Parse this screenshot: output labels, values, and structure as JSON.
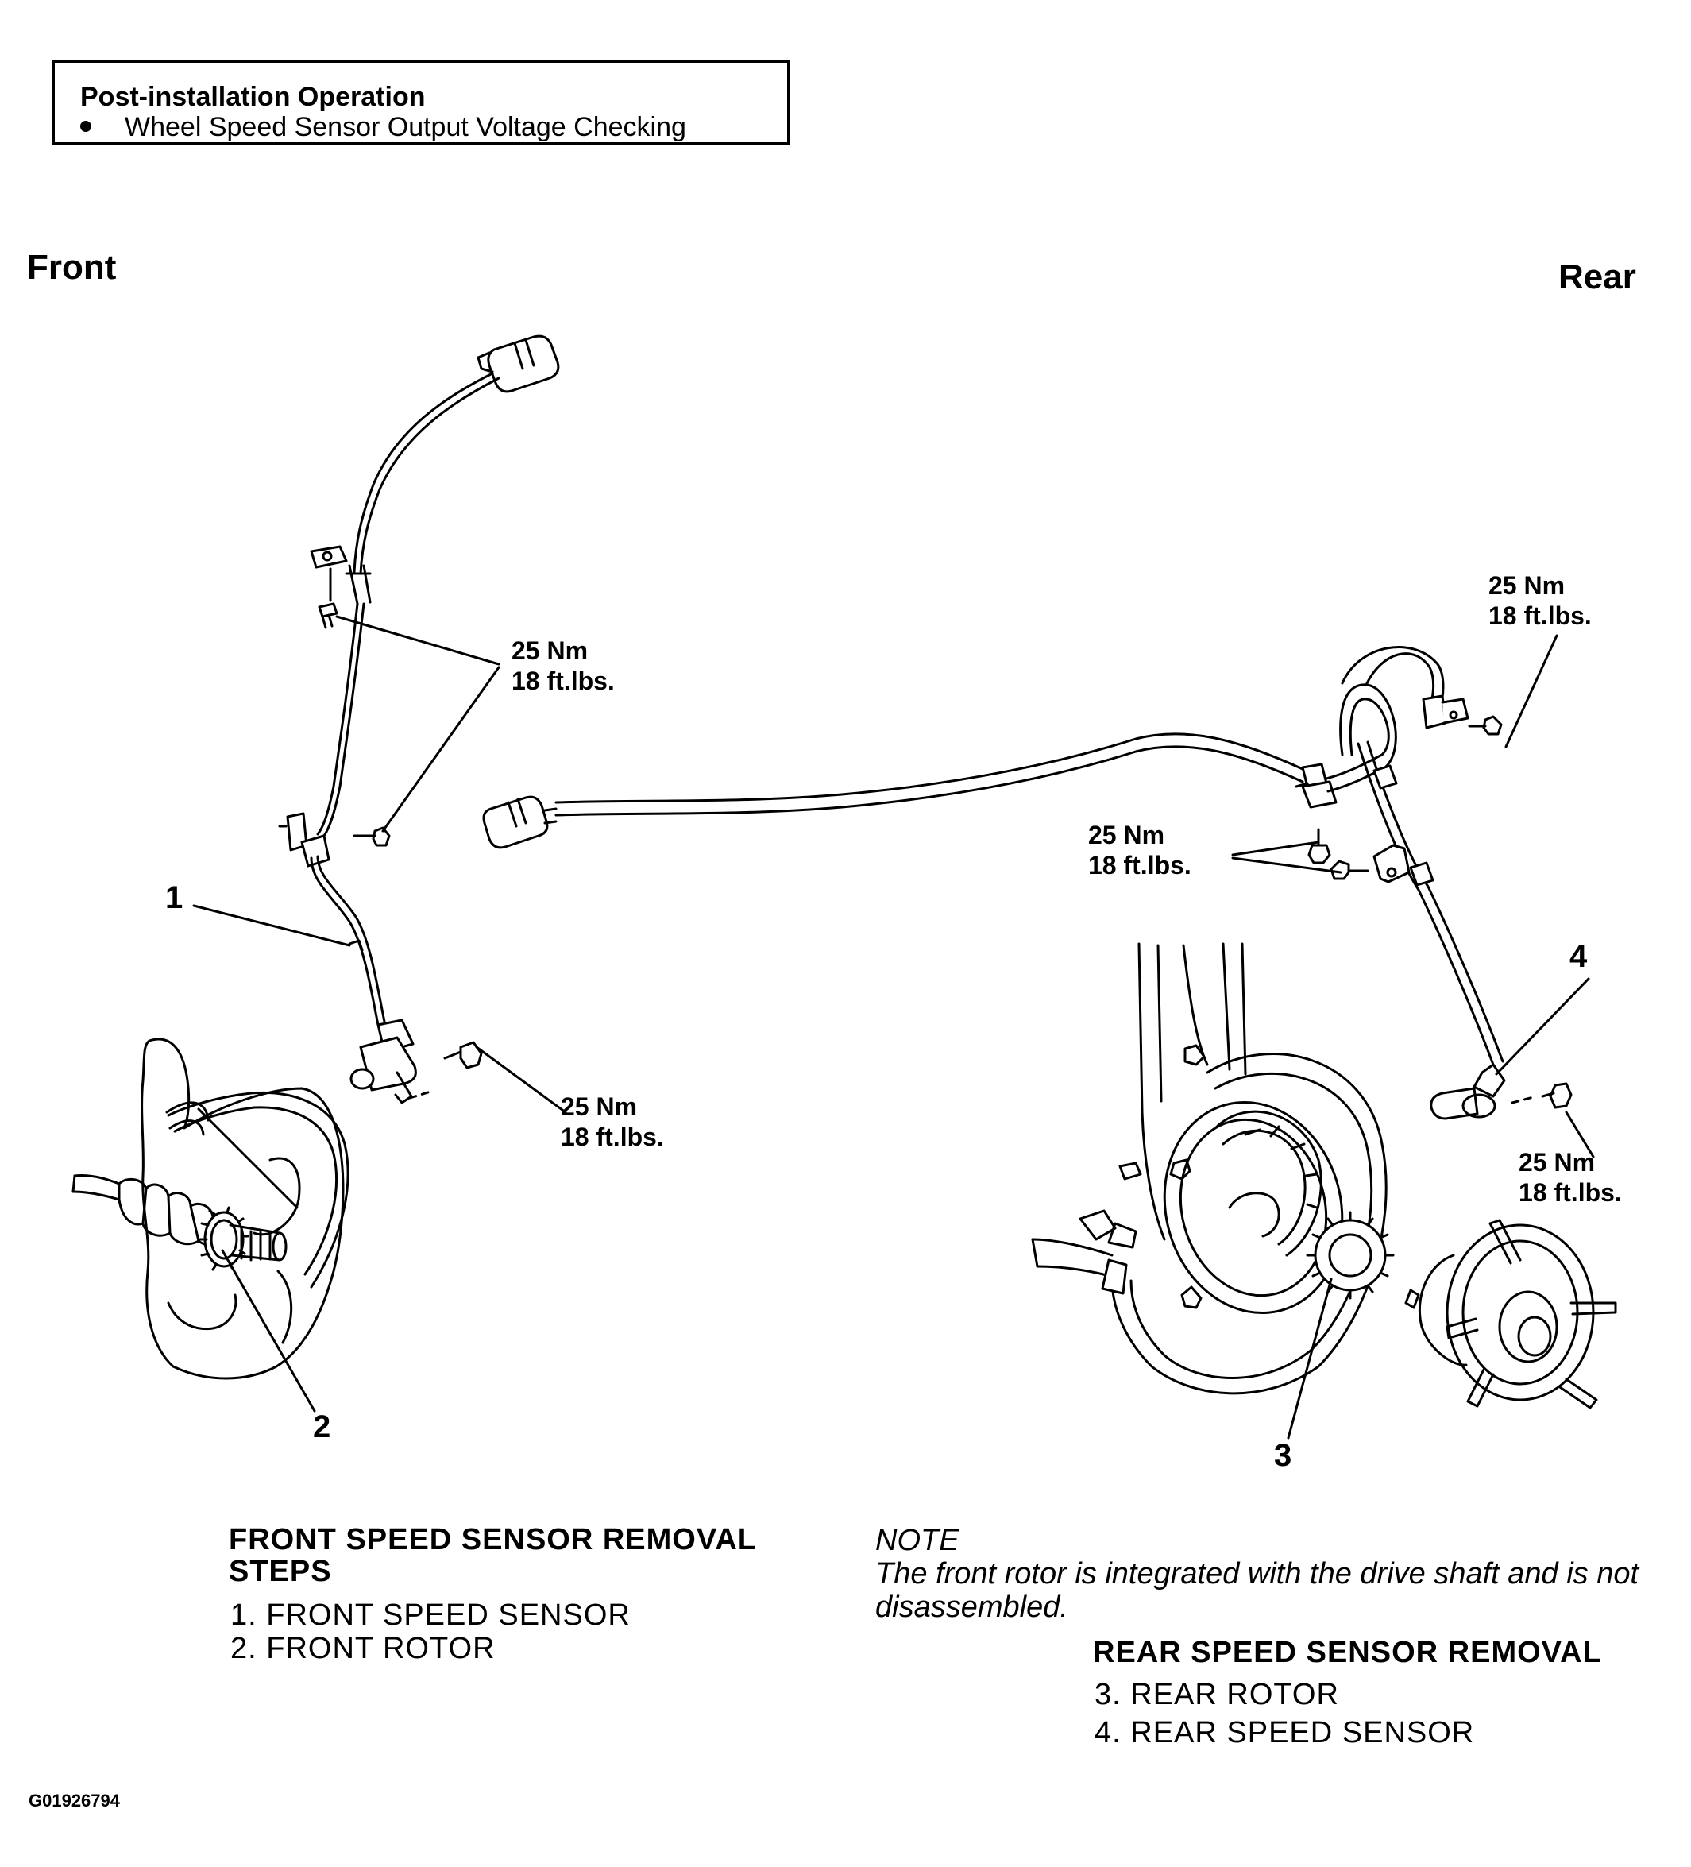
{
  "post_installation": {
    "title": "Post-installation Operation",
    "item": "Wheel Speed Sensor Output Voltage Checking"
  },
  "labels": {
    "front": "Front",
    "rear": "Rear"
  },
  "torque": {
    "line1": "25 Nm",
    "line2": "18 ft.lbs."
  },
  "callouts": [
    "1",
    "2",
    "3",
    "4"
  ],
  "front_steps": {
    "title_line1": "FRONT SPEED SENSOR REMOVAL",
    "title_line2": "STEPS",
    "items": [
      "1. FRONT SPEED SENSOR",
      "2. FRONT ROTOR"
    ]
  },
  "note": {
    "label": "NOTE",
    "line1": "The front rotor is integrated with the drive shaft and is not",
    "line2": "disassembled."
  },
  "rear_steps": {
    "title": "REAR SPEED SENSOR REMOVAL",
    "items": [
      "3. REAR ROTOR",
      "4. REAR SPEED SENSOR"
    ]
  },
  "figure_id": "G01926794"
}
